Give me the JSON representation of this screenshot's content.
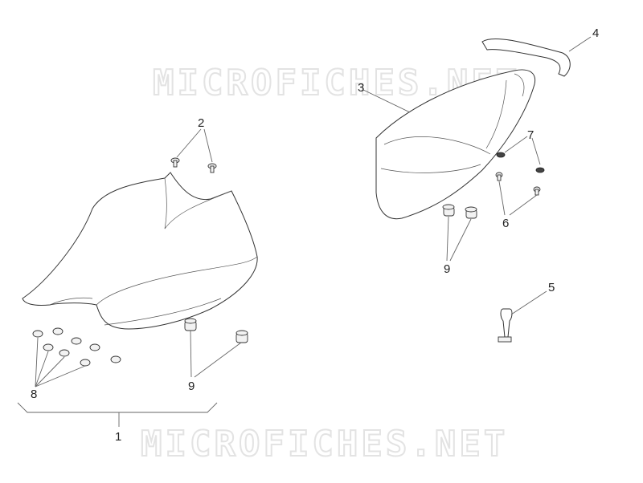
{
  "watermark": {
    "top_text": "MICROFICHES.NET",
    "bottom_text": "MICROFICHES.NET"
  },
  "callouts": {
    "c1": "1",
    "c2": "2",
    "c3": "3",
    "c4": "4",
    "c5": "5",
    "c6": "6",
    "c7": "7",
    "c8": "8",
    "c9a": "9",
    "c9b": "9"
  }
}
